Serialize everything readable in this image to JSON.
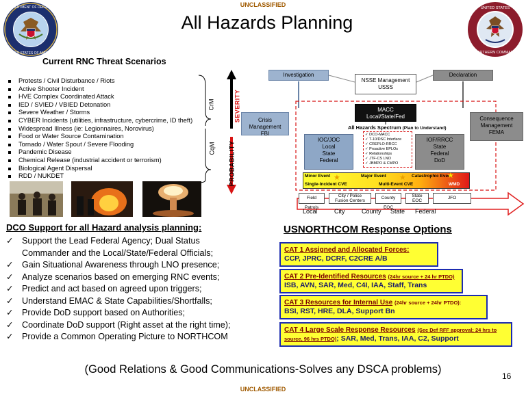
{
  "classification": {
    "top": "UNCLASSIFIED",
    "bottom": "UNCLASSIFIED"
  },
  "title": "All Hazards Planning",
  "threat_scenarios": {
    "heading": "Current RNC Threat Scenarios",
    "items": [
      "Protests / Civil Disturbance / Riots",
      "Active Shooter Incident",
      "HVE Complex Coordinated Attack",
      "IED / SVIED / VBIED Detonation",
      "Severe Weather / Storms",
      "CYBER Incidents (utilities, infrastructure, cybercrime, ID theft)",
      "Widespread Illness (ie: Legionnaires, Norovirus)",
      "Food or Water Source Contamination",
      "Tornado / Water Spout / Severe Flooding",
      "Pandemic Disease",
      "Chemical Release (industrial accident or terrorism)",
      "Biological Agent Dispersal",
      "RDD / NUKDET"
    ],
    "crm_label": "CrM",
    "cqm_label": "CqM",
    "severity_label": "SEVERITY",
    "probability_label": "PROBABILITY"
  },
  "diagram": {
    "investigation": "Investigation",
    "declaration": "Declaration",
    "nsse_line1": "NSSE Management",
    "nsse_line2": "USSS",
    "macc_line1": "MACC",
    "macc_line2": "Local/State/Fed",
    "crisis_line1": "Crisis Management",
    "crisis_line2": "FBI",
    "consequence_line1": "Consequence",
    "consequence_line2": "Management",
    "consequence_line3": "FEMA",
    "spectrum_title": "All Hazards Spectrum",
    "spectrum_note": "(Plan to Understand)",
    "checklist": [
      "DCO-MACC",
      "T-10/DSC Interface",
      "CREPLO-RRCC",
      "Proactive EPLOs",
      "Relationships",
      "JTF-CS LNO",
      "JBMPO & CMPO"
    ],
    "ioc_line1": "IOC/JOC",
    "ioc_line2": "Local",
    "ioc_line3": "State",
    "ioc_line4": "Federal",
    "iof_line1": "IOF/RRCC",
    "iof_line2": "State",
    "iof_line3": "Federal",
    "iof_line4": "DoD",
    "minor_event": "Minor Event",
    "major_event": "Major Event",
    "catastrophic_event": "Catastrophic Event",
    "single_cve": "Single-Incident CVE",
    "multi_cve": "Multi-Event CVE",
    "wmd": "WMD",
    "field_patrol": "Field Patrols",
    "city_police_line1": "City / Police",
    "city_police_line2": "Fusion Centers",
    "county_eoc": "County EOC",
    "state_eoc_line1": "State",
    "state_eoc_line2": "EOC",
    "jfo": "JFO",
    "levels": [
      "Local",
      "City",
      "County",
      "State",
      "Federal"
    ]
  },
  "dco_support": {
    "heading": "DCO Support for all Hazard analysis planning:",
    "items": [
      "Support the Lead Federal Agency; Dual Status",
      "Commander and the Local/State/Federal Officials;",
      "Gain Situational Awareness through LNO presence;",
      "Analyze scenarios based on emerging RNC events;",
      "Predict and act based on agreed upon triggers;",
      "Understand EMAC & State Capabilities/Shortfalls;",
      "Provide DoD support based on Authorities;",
      "Coordinate DoD support (Right asset at the right time);",
      "Provide a Common Operating Picture to NORTHCOM"
    ],
    "check_mark": "✓"
  },
  "response": {
    "heading": "USNORTHCOM Response Options",
    "cat1_title": "CAT 1 Assigned and Allocated Forces:",
    "cat1_detail": "CCP, JPRC, DCRF, C2CRE A/B",
    "cat2_title": "CAT 2 Pre-Identified Resources",
    "cat2_sub": "(24hr source + 24 hr PTDO)",
    "cat2_detail": "ISB, AVN, SAR, Med, C4I, IAA, Staff, Trans",
    "cat3_title": "CAT 3 Resources for Internal Use",
    "cat3_sub": "(24hr source + 24hr PTDO):",
    "cat3_detail": "BSI, RST, HRE, DLA, Support Bn",
    "cat4_title": "CAT 4 Large Scale Response  Resources",
    "cat4_sub": "(Sec Def RFF approval; 24 hrs to source, 96 hrs PTDO)",
    "cat4_detail": "; SAR, Med, Trans, IAA, C2, Support"
  },
  "seals": {
    "left_text": "DEPARTMENT OF DEFENSE · UNITED STATES OF AMERICA",
    "right_text": "UNITED STATES · NORTHERN COMMAND"
  },
  "footer": {
    "quote": "(Good Relations & Good Communications-Solves any DSCA problems)",
    "slide_number": "16"
  },
  "colors": {
    "classification": "#a05a00",
    "cat_fill": "#ffff33",
    "cat_border": "#1c2bb0",
    "agency_box": "#9db3cf",
    "severity": "#d81414",
    "arrow_red": "#e02020"
  }
}
